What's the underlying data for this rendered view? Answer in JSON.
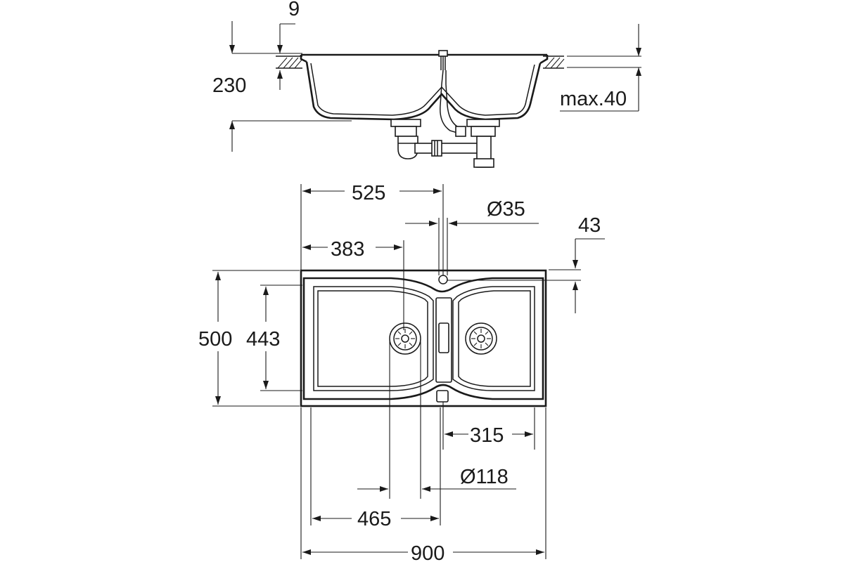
{
  "dimensions": {
    "rim_thickness": "9",
    "depth": "230",
    "worktop_max": "max.40",
    "drain_position": "525",
    "tap_hole_diameter": "Ø35",
    "tap_hole_offset": "43",
    "left_bowl_center": "383",
    "overall_depth": "500",
    "bowl_depth": "443",
    "right_bowl_width": "315",
    "waste_diameter": "Ø118",
    "left_bowl_width": "465",
    "overall_width": "900"
  }
}
